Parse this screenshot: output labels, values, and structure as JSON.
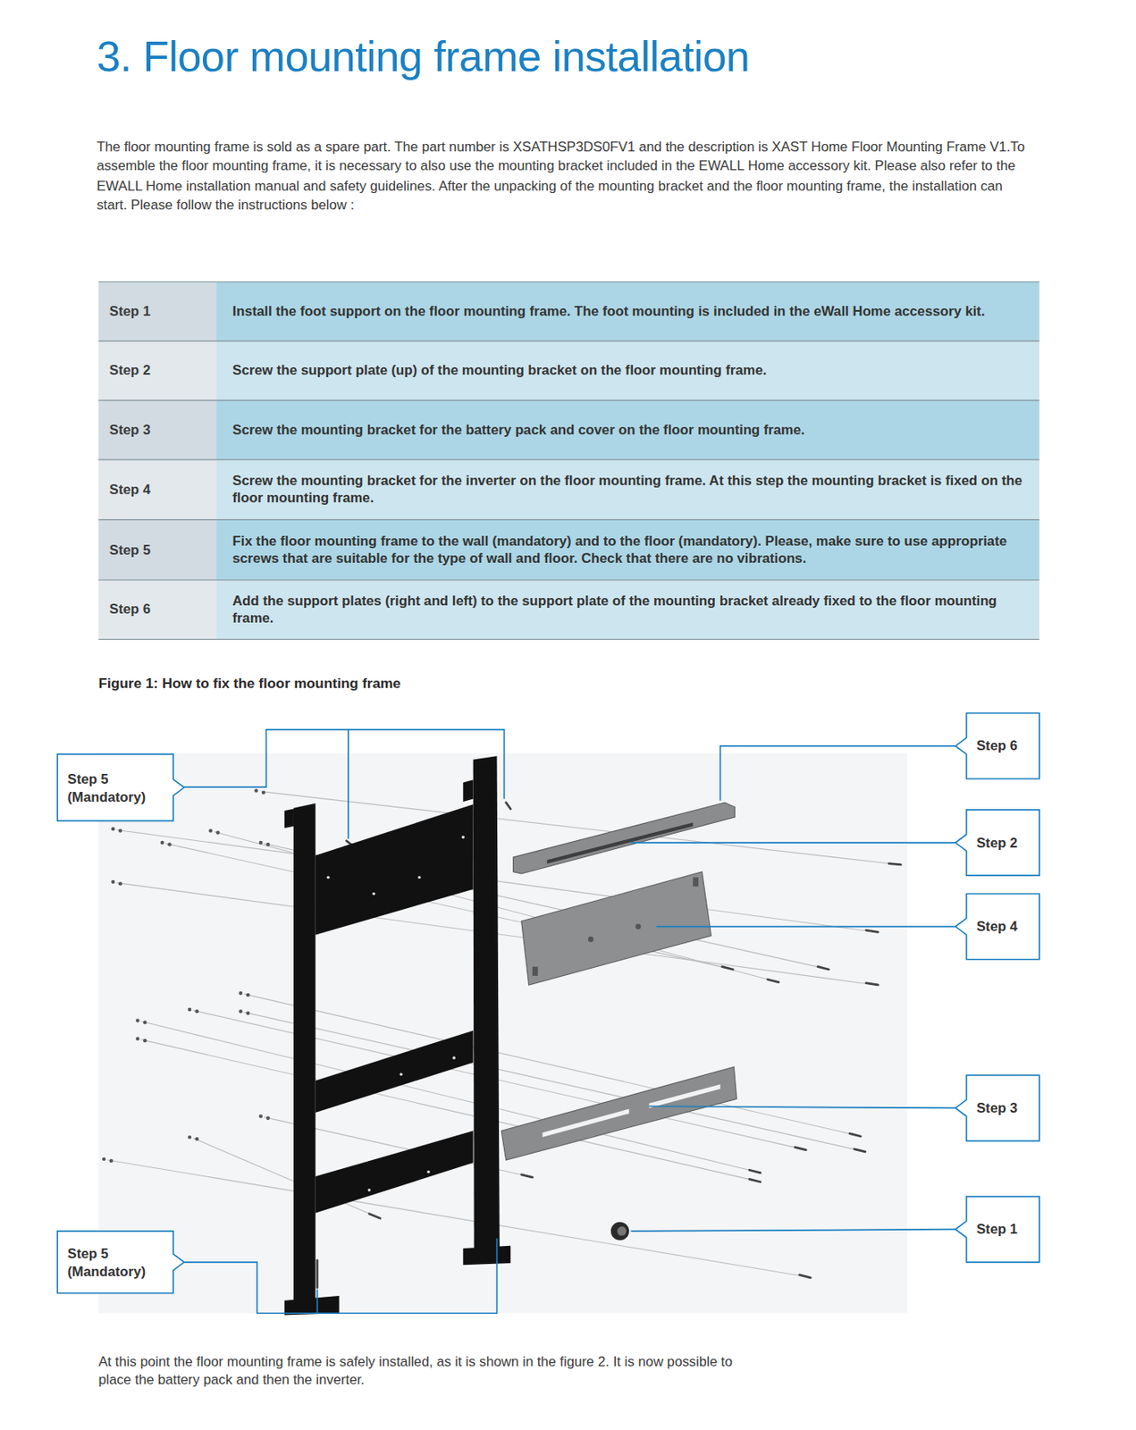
{
  "diagram": {
    "title": "3. Floor mounting frame installation",
    "caption": "Figure 1: How to fix the floor mounting frame",
    "nodes": [
      {
        "text": [
          "Step 6"
        ]
      },
      {
        "text": [
          "Step 5 (Mandatory)"
        ]
      },
      {
        "text": [
          "Step 2"
        ]
      },
      {
        "text": [
          "Step 4"
        ]
      },
      {
        "text": [
          "Step 3"
        ]
      },
      {
        "text": [
          "Step 1"
        ]
      },
      {
        "text": [
          "Step 5 (Mandatory)"
        ]
      }
    ],
    "labels": [
      "The floor mounting frame is sold as a spare part. The part number is XSATHSP3DS0FV1 and the description is XAST Home Floor Mounting Frame V1.To assemble the floor mounting frame, it is necessary to also use the mounting bracket included in the EWALL Home accessory kit. Please also refer to the EWALL Home installation manual and safety guidelines. After the unpacking of the mounting bracket and the floor mounting frame, the installation can start. Please follow the instructions below :",
      "Step 1",
      "Install the foot support on the floor mounting frame. The foot mounting is included in the eWall Home accessory kit.",
      "Step 2",
      "Screw the support plate (up) of the mounting bracket on the floor mounting frame.",
      "Step 3",
      "Screw the mounting bracket for the battery pack and cover on the floor mounting frame.",
      "Step 4",
      "Screw the mounting bracket for the inverter on the floor mounting frame. At this step the mounting bracket is fixed on the floor mounting frame.",
      "Step 5",
      "Fix the floor mounting frame to the wall (mandatory) and to the floor (mandatory). Please, make sure to use appropriate screws that are suitable for the type of wall and floor. Check that there are no vibrations.",
      "Step 6",
      "Add the support plates (right and left) to the support plate of the mounting bracket already fixed to the floor mounting frame.",
      "At this point the floor mounting frame is safely installed, as it is shown in the figure 2. It is now possible to place the battery pack and then the inverter."
    ]
  }
}
